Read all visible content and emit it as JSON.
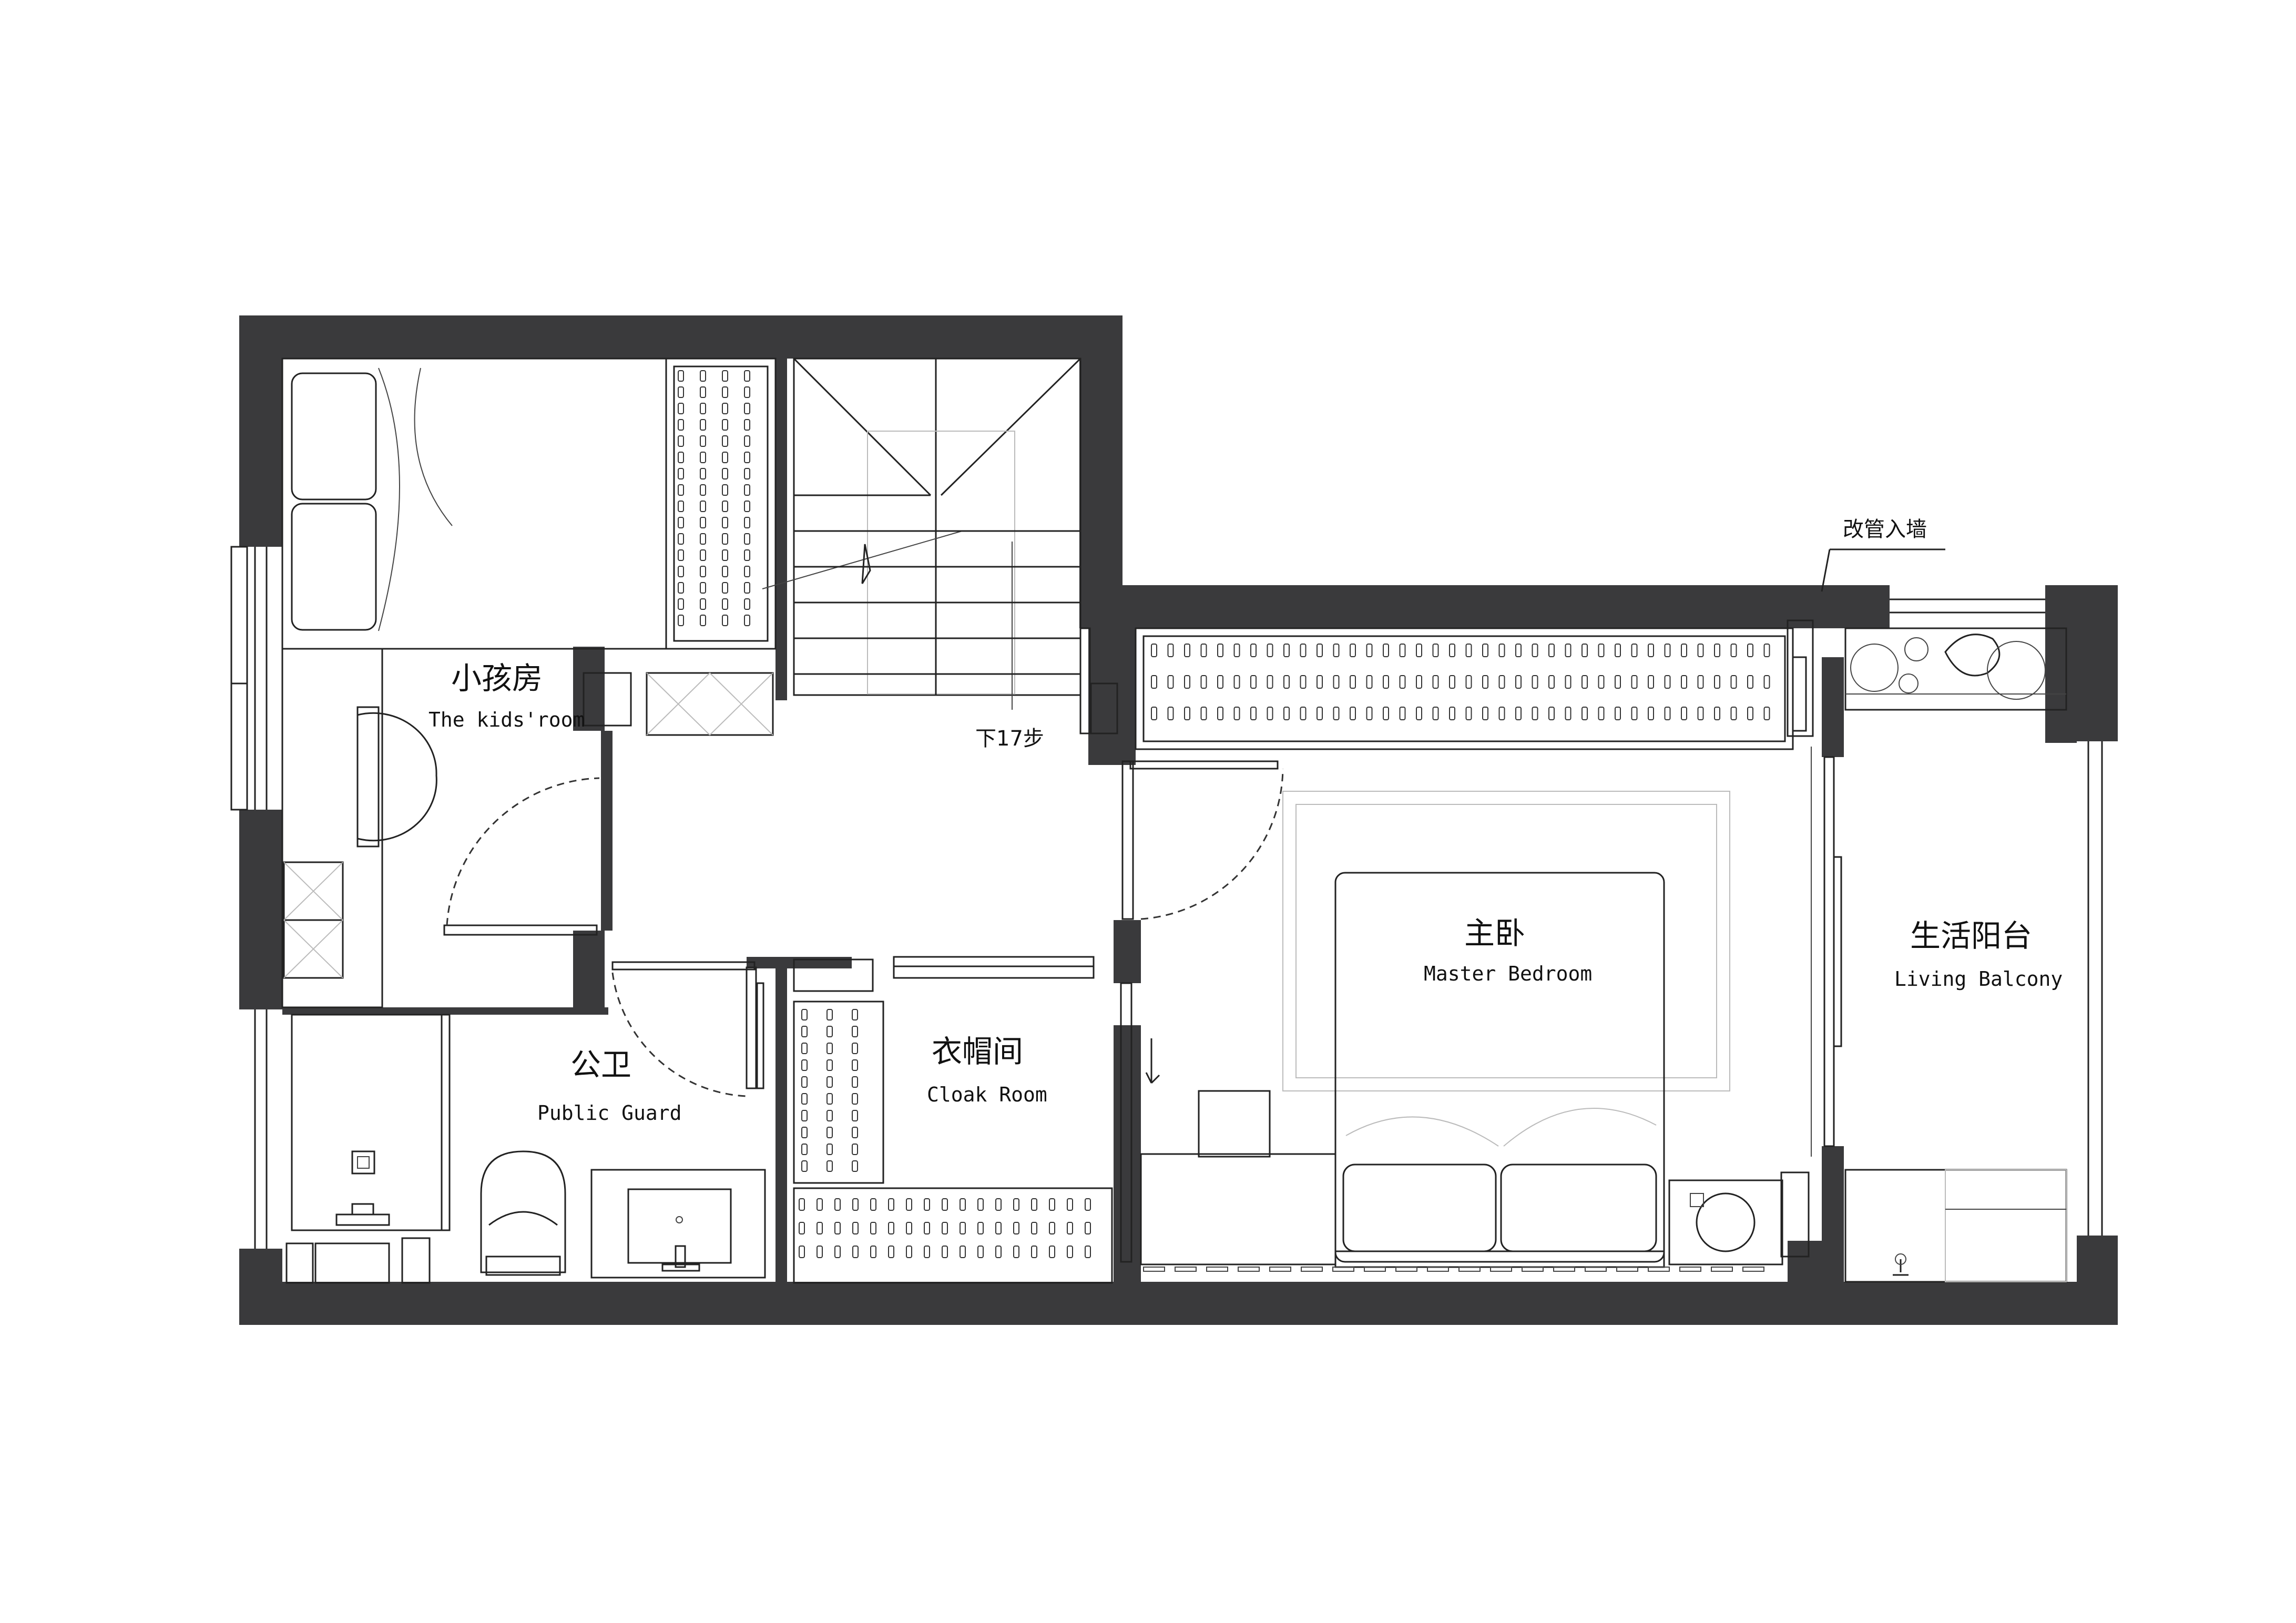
{
  "rooms": {
    "kids_room": {
      "cn": "小孩房",
      "en": "The kids'room"
    },
    "public_guard": {
      "cn": "公卫",
      "en": "Public Guard"
    },
    "cloak_room": {
      "cn": "衣帽间",
      "en": "Cloak Room"
    },
    "master_bedroom": {
      "cn": "主卧",
      "en": "Master Bedroom"
    },
    "living_balcony": {
      "cn": "生活阳台",
      "en": "Living Balcony"
    }
  },
  "annotations": {
    "stairs_down": "下17步",
    "pipe_note": "改管入墙"
  }
}
